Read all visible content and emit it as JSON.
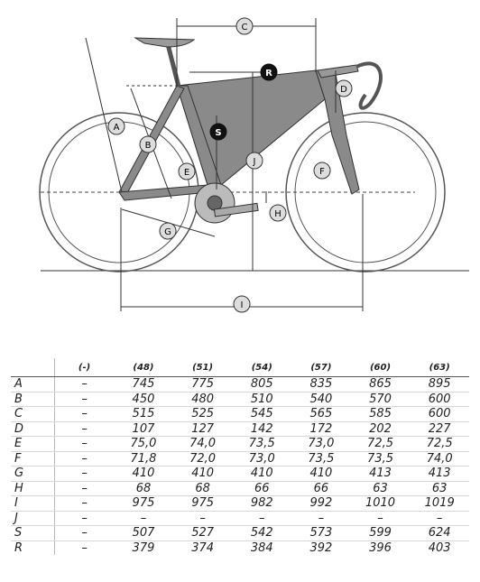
{
  "diagram": {
    "labels": [
      "C",
      "R",
      "D",
      "A",
      "S",
      "B",
      "J",
      "E",
      "F",
      "H",
      "G",
      "I"
    ]
  },
  "table": {
    "columns": [
      "(-)",
      "(48)",
      "(51)",
      "(54)",
      "(57)",
      "(60)",
      "(63)"
    ],
    "rows": [
      {
        "label": "A",
        "values": [
          "–",
          "745",
          "775",
          "805",
          "835",
          "865",
          "895"
        ]
      },
      {
        "label": "B",
        "values": [
          "–",
          "450",
          "480",
          "510",
          "540",
          "570",
          "600"
        ]
      },
      {
        "label": "C",
        "values": [
          "–",
          "515",
          "525",
          "545",
          "565",
          "585",
          "600"
        ]
      },
      {
        "label": "D",
        "values": [
          "–",
          "107",
          "127",
          "142",
          "172",
          "202",
          "227"
        ]
      },
      {
        "label": "E",
        "values": [
          "–",
          "75,0",
          "74,0",
          "73,5",
          "73,0",
          "72,5",
          "72,5"
        ]
      },
      {
        "label": "F",
        "values": [
          "–",
          "71,8",
          "72,0",
          "73,0",
          "73,5",
          "73,5",
          "74,0"
        ]
      },
      {
        "label": "G",
        "values": [
          "–",
          "410",
          "410",
          "410",
          "410",
          "413",
          "413"
        ]
      },
      {
        "label": "H",
        "values": [
          "–",
          "68",
          "68",
          "66",
          "66",
          "63",
          "63"
        ]
      },
      {
        "label": "I",
        "values": [
          "–",
          "975",
          "975",
          "982",
          "992",
          "1010",
          "1019"
        ]
      },
      {
        "label": "J",
        "values": [
          "–",
          "–",
          "–",
          "–",
          "–",
          "–",
          "–"
        ]
      },
      {
        "label": "S",
        "values": [
          "–",
          "507",
          "527",
          "542",
          "573",
          "599",
          "624"
        ]
      },
      {
        "label": "R",
        "values": [
          "–",
          "379",
          "374",
          "384",
          "392",
          "396",
          "403"
        ]
      }
    ]
  }
}
